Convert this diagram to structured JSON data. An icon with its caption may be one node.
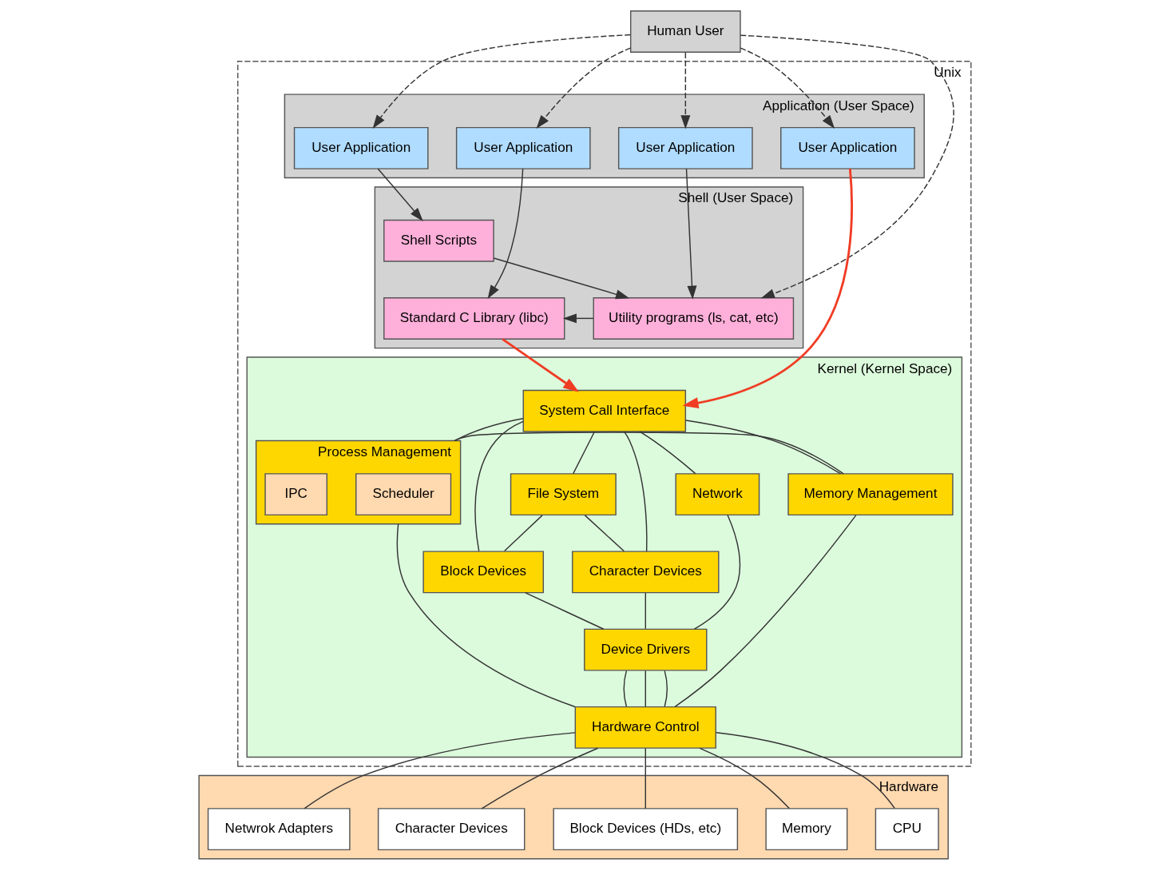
{
  "diagram": {
    "nodes": [
      {
        "text": [
          "Human User"
        ]
      },
      {
        "text": [
          "Unix"
        ]
      },
      {
        "text": [
          "Application (User Space)"
        ],
        "in": 1
      },
      {
        "text": [
          "User Application"
        ],
        "in": 2
      },
      {
        "text": [
          "User Application"
        ],
        "in": 2
      },
      {
        "text": [
          "User Application"
        ],
        "in": 2
      },
      {
        "text": [
          "User Application"
        ],
        "in": 2
      },
      {
        "text": [
          "Shell (User Space)"
        ],
        "in": 1
      },
      {
        "text": [
          "Standard C Library (libc)"
        ],
        "in": 7
      },
      {
        "text": [
          "Shell Scripts"
        ],
        "in": 7
      },
      {
        "text": [
          "Utility programs (ls, cat, etc)"
        ],
        "in": 7
      },
      {
        "text": [
          "Kernel (Kernel Space)"
        ],
        "in": 1
      },
      {
        "text": [
          "System Call Interface"
        ],
        "in": 11
      },
      {
        "text": [
          "Process Management"
        ],
        "in": 11
      },
      {
        "text": [
          "Scheduler"
        ],
        "in": 13
      },
      {
        "text": [
          "IPC"
        ],
        "in": 13
      },
      {
        "text": [
          "Memory Management"
        ],
        "in": 11
      },
      {
        "text": [
          "File System"
        ],
        "in": 11
      },
      {
        "text": [
          "Block Devices"
        ],
        "in": 11
      },
      {
        "text": [
          "Character Devices"
        ],
        "in": 11
      },
      {
        "text": [
          "Network"
        ],
        "in": 11
      },
      {
        "text": [
          "Device Drivers"
        ],
        "in": 11
      },
      {
        "text": [
          "Hardware Control"
        ],
        "in": 11
      },
      {
        "text": [
          "Hardware"
        ]
      },
      {
        "text": [
          "CPU"
        ],
        "in": 23
      },
      {
        "text": [
          "Memory"
        ],
        "in": 23
      },
      {
        "text": [
          "Block Devices (HDs, etc)"
        ],
        "in": 23
      },
      {
        "text": [
          "Character Devices"
        ],
        "in": 23
      },
      {
        "text": [
          "Netwrok Adapters"
        ],
        "in": 23
      }
    ],
    "edges": [
      {
        "from": 0,
        "to": 3,
        "arrow": "to",
        "style": "dashed"
      },
      {
        "from": 0,
        "to": 4,
        "arrow": "to",
        "style": "dashed"
      },
      {
        "from": 0,
        "to": 10,
        "arrow": "to",
        "style": "dashed"
      },
      {
        "from": 0,
        "to": 5,
        "arrow": "to",
        "style": "dashed"
      },
      {
        "from": 0,
        "to": 6,
        "arrow": "to",
        "style": "dashed"
      },
      {
        "from": 3,
        "to": 8,
        "arrow": "to"
      },
      {
        "from": 4,
        "to": 10,
        "arrow": "to"
      },
      {
        "from": 5,
        "to": 9,
        "arrow": "to"
      },
      {
        "from": 9,
        "to": 10,
        "arrow": "to"
      },
      {
        "from": 10,
        "to": 8,
        "arrow": "to"
      },
      {
        "from": 8,
        "to": 12,
        "arrow": "to",
        "color": "#f03c24"
      },
      {
        "from": 6,
        "to": 12,
        "arrow": "to",
        "color": "#f03c24"
      },
      {
        "from": 12,
        "to": 13,
        "arrow": "none"
      },
      {
        "from": 12,
        "to": 16,
        "arrow": "none"
      },
      {
        "from": 12,
        "to": 18,
        "arrow": "none"
      },
      {
        "from": 12,
        "to": 17,
        "arrow": "none"
      },
      {
        "from": 12,
        "to": 19,
        "arrow": "none"
      },
      {
        "from": 12,
        "to": 20,
        "arrow": "none"
      },
      {
        "from": 13,
        "to": 16,
        "arrow": "none"
      },
      {
        "from": 17,
        "to": 18,
        "arrow": "none"
      },
      {
        "from": 17,
        "to": 19,
        "arrow": "none"
      },
      {
        "from": 18,
        "to": 21,
        "arrow": "none"
      },
      {
        "from": 19,
        "to": 21,
        "arrow": "none"
      },
      {
        "from": 20,
        "to": 21,
        "arrow": "none"
      },
      {
        "from": 13,
        "to": 22,
        "arrow": "none"
      },
      {
        "from": 16,
        "to": 22,
        "arrow": "none"
      },
      {
        "from": 21,
        "to": 22,
        "arrow": "none"
      },
      {
        "from": 21,
        "to": 22,
        "arrow": "none"
      },
      {
        "from": 21,
        "to": 22,
        "arrow": "none"
      },
      {
        "from": 22,
        "to": 24,
        "arrow": "none"
      },
      {
        "from": 22,
        "to": 25,
        "arrow": "none"
      },
      {
        "from": 22,
        "to": 26,
        "arrow": "none"
      },
      {
        "from": 22,
        "to": 27,
        "arrow": "none"
      },
      {
        "from": 22,
        "to": 28,
        "arrow": "none"
      }
    ]
  }
}
